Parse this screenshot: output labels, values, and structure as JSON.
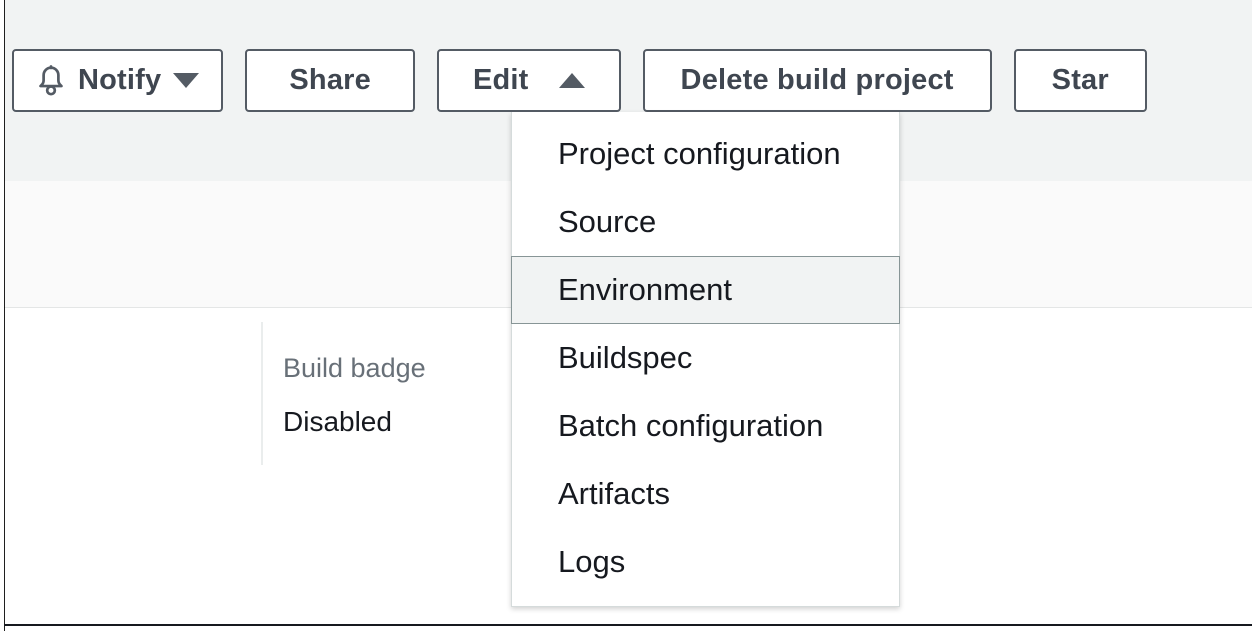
{
  "colors": {
    "header_band": "#f1f3f3",
    "sub_band": "#fafafa",
    "main_band": "#ffffff",
    "button_border": "#545b64",
    "button_text": "#3f4650",
    "menu_text": "#16191f",
    "menu_highlight_bg": "#f1f3f3",
    "menu_highlight_border": "#879596",
    "label_text": "#687078",
    "divider": "#eaeded"
  },
  "toolbar": {
    "buttons": [
      {
        "label": "Notify",
        "icon": "bell-icon",
        "caret": "down"
      },
      {
        "label": "Share",
        "icon": null,
        "caret": null
      },
      {
        "label": "Edit",
        "icon": null,
        "caret": "up"
      },
      {
        "label": "Delete build project",
        "icon": null,
        "caret": null
      },
      {
        "label": "Star",
        "icon": null,
        "caret": null
      }
    ]
  },
  "edit_menu": {
    "expanded": true,
    "items": [
      {
        "label": "Project configuration",
        "highlighted": false
      },
      {
        "label": "Source",
        "highlighted": false
      },
      {
        "label": "Environment",
        "highlighted": true
      },
      {
        "label": "Buildspec",
        "highlighted": false
      },
      {
        "label": "Batch configuration",
        "highlighted": false
      },
      {
        "label": "Artifacts",
        "highlighted": false
      },
      {
        "label": "Logs",
        "highlighted": false
      }
    ]
  },
  "detail": {
    "label": "Build badge",
    "value": "Disabled"
  }
}
